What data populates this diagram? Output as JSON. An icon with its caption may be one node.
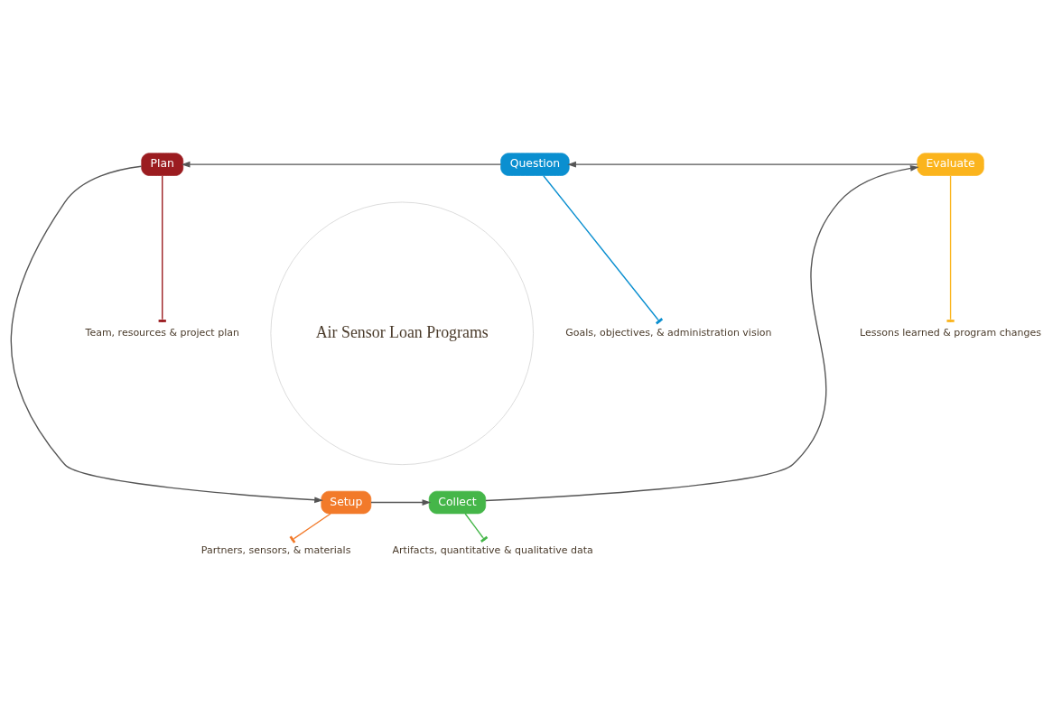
{
  "diagram": {
    "nodes": [
      {
        "text": [
          "Air Sensor Loan Programs"
        ]
      },
      {
        "text": [
          "Question"
        ]
      },
      {
        "text": [
          "Plan"
        ]
      },
      {
        "text": [
          "Setup"
        ]
      },
      {
        "text": [
          "Collect"
        ]
      },
      {
        "text": [
          "Evaluate"
        ]
      },
      {
        "text": [
          "Goals, objectives, & administration vision"
        ]
      },
      {
        "text": [
          "Team, resources & project plan"
        ]
      },
      {
        "text": [
          "Partners, sensors, & materials"
        ]
      },
      {
        "text": [
          "Artifacts, quantitative & qualitative data"
        ]
      },
      {
        "text": [
          "Lessons learned & program changes"
        ]
      }
    ],
    "edges": [
      {
        "from": 1,
        "to": 2,
        "arrow": "to"
      },
      {
        "from": 2,
        "to": 3,
        "arrow": "to"
      },
      {
        "from": 3,
        "to": 4,
        "arrow": "to"
      },
      {
        "from": 4,
        "to": 5,
        "arrow": "to"
      },
      {
        "from": 5,
        "to": 1,
        "arrow": "to"
      },
      {
        "from": 1,
        "to": 6,
        "arrow": "other",
        "color": "#0a8fd0"
      },
      {
        "from": 2,
        "to": 7,
        "arrow": "other",
        "color": "#9b1c20"
      },
      {
        "from": 3,
        "to": 8,
        "arrow": "other",
        "color": "#f27a2a"
      },
      {
        "from": 4,
        "to": 9,
        "arrow": "other",
        "color": "#45b649"
      },
      {
        "from": 5,
        "to": 10,
        "arrow": "other",
        "color": "#fbb41d"
      }
    ]
  }
}
